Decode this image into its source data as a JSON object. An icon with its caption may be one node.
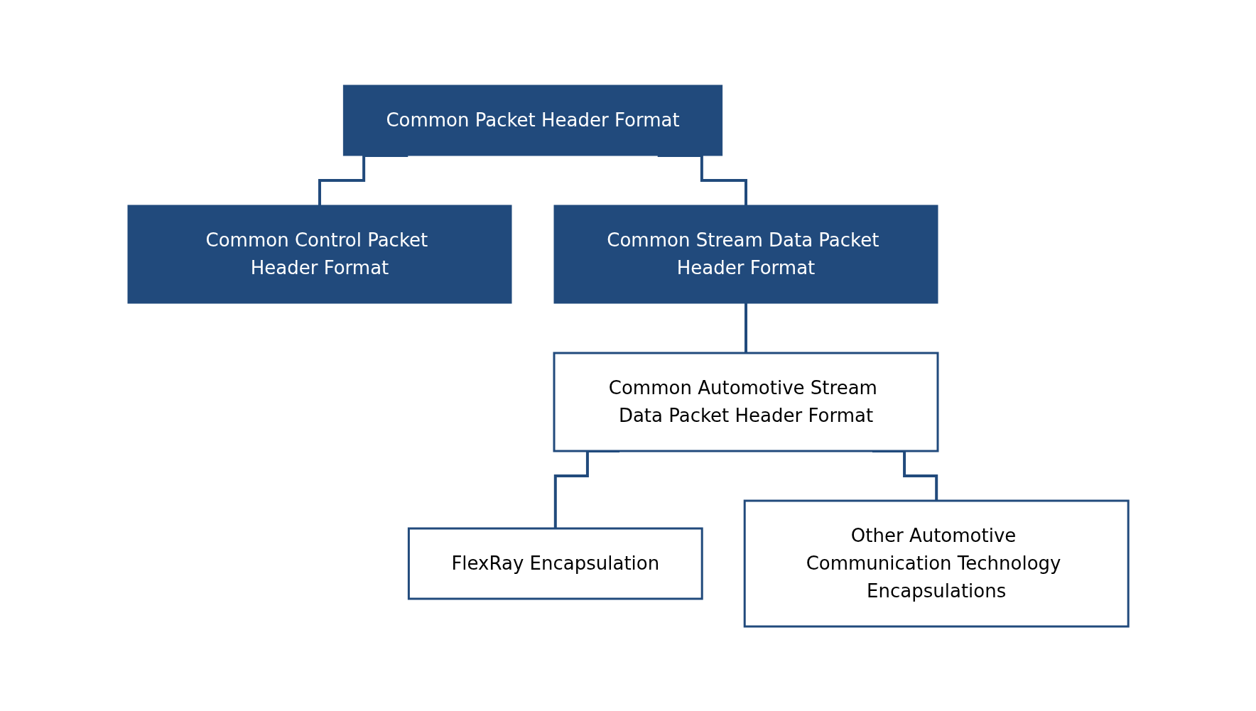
{
  "diagram": {
    "nodes": [
      {
        "text": [
          "Common Packet Header Format"
        ]
      },
      {
        "text": [
          "Common Control Packet Header Format"
        ]
      },
      {
        "text": [
          "Common Stream Data Packet Header Format"
        ]
      },
      {
        "text": [
          "Common Automotive Stream Data Packet Header Format"
        ]
      },
      {
        "text": [
          "FlexRay Encapsulation"
        ]
      },
      {
        "text": [
          "Other Automotive Communication Technology Encapsulations"
        ]
      }
    ],
    "edges": [
      {
        "from": 0,
        "to": 1,
        "arrow": "none"
      },
      {
        "from": 0,
        "to": 2,
        "arrow": "none"
      },
      {
        "from": 2,
        "to": 3,
        "arrow": "none"
      },
      {
        "from": 3,
        "to": 4,
        "arrow": "none"
      },
      {
        "from": 3,
        "to": 5,
        "arrow": "none"
      }
    ]
  }
}
